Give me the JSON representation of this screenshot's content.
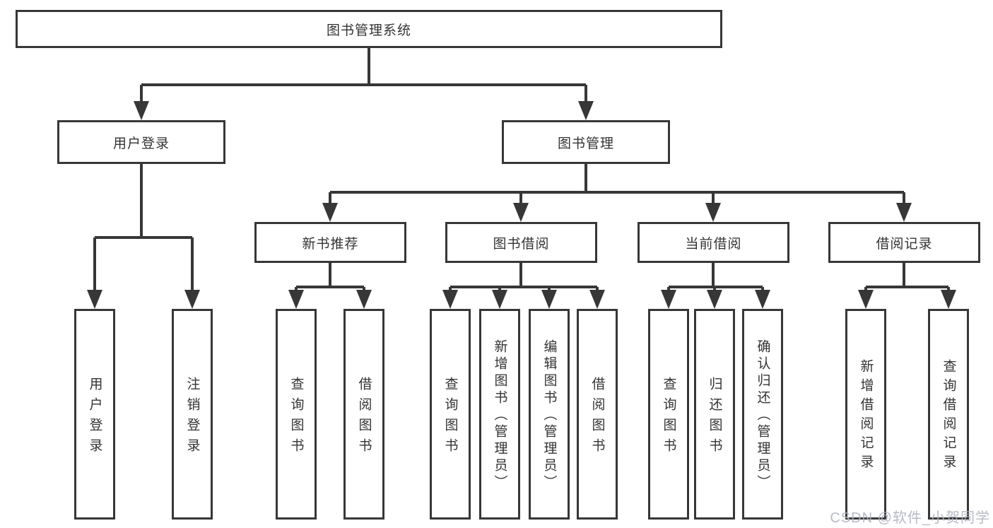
{
  "diagram": {
    "title": "图书管理系统",
    "nodes": {
      "root": {
        "label": "图书管理系统"
      },
      "user_login": {
        "label": "用户登录"
      },
      "book_mgmt": {
        "label": "图书管理"
      },
      "new_book_rec": {
        "label": "新书推荐"
      },
      "book_borrow": {
        "label": "图书借阅"
      },
      "current_borrow": {
        "label": "当前借阅"
      },
      "borrow_records": {
        "label": "借阅记录"
      },
      "login_user": {
        "label": "用户登录"
      },
      "login_logout": {
        "label": "注销登录"
      },
      "rec_query": {
        "label": "查询图书"
      },
      "rec_borrow": {
        "label": "借阅图书"
      },
      "bb_query": {
        "label": "查询图书"
      },
      "bb_add": {
        "label": "新增图书（管理员）"
      },
      "bb_edit": {
        "label": "编辑图书（管理员）"
      },
      "bb_borrow": {
        "label": "借阅图书"
      },
      "cb_query": {
        "label": "查询图书"
      },
      "cb_return": {
        "label": "归还图书"
      },
      "cb_confirm": {
        "label": "确认归还（管理员）"
      },
      "br_add": {
        "label": "新增借阅记录"
      },
      "br_query": {
        "label": "查询借阅记录"
      }
    }
  },
  "watermark": {
    "text": "CSDN @软件_小贺同学"
  },
  "colors": {
    "line": "#373737",
    "text": "#333333",
    "background": "#ffffff",
    "watermark": "#afb3be"
  }
}
